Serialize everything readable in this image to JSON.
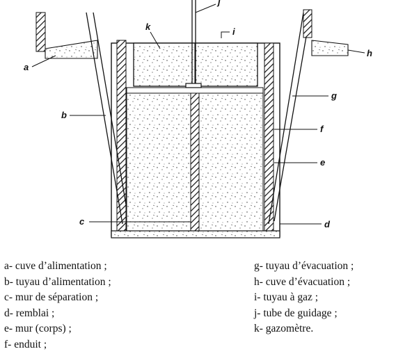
{
  "diagram": {
    "callouts": {
      "a": "a",
      "b": "b",
      "c": "c",
      "d": "d",
      "e": "e",
      "f": "f",
      "g": "g",
      "h": "h",
      "i": "i",
      "j": "j",
      "k": "k"
    }
  },
  "legend": {
    "left": [
      "a- cuve d’alimentation ;",
      "b- tuyau d’alimentation ;",
      "c- mur de séparation ;",
      "d- remblai ;",
      "e- mur (corps) ;",
      "f- enduit ;"
    ],
    "right": [
      "g- tuyau d’évacuation ;",
      "h- cuve d’évacuation ;",
      "i- tuyau à gaz ;",
      "j- tube de guidage ;",
      "k- gazomètre."
    ]
  }
}
